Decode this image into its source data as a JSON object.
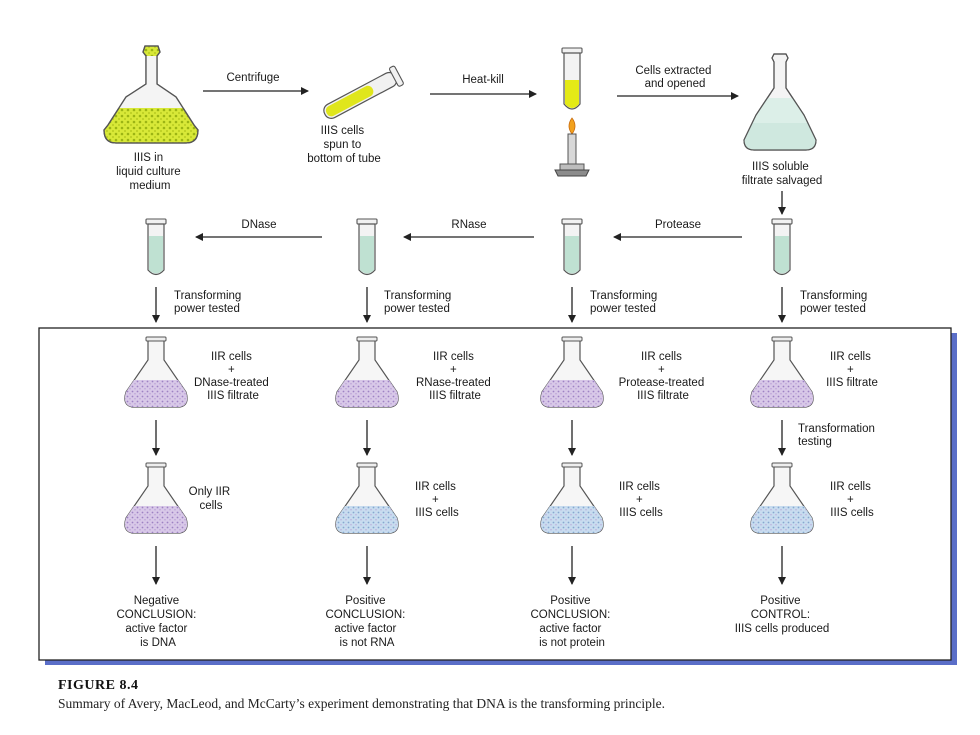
{
  "top": {
    "culture_label": [
      "IIIS in",
      "liquid culture",
      "medium"
    ],
    "step_centrifuge": "Centrifuge",
    "spun_label": [
      "IIIS cells",
      "spun to",
      "bottom of tube"
    ],
    "step_heat_kill": "Heat-kill",
    "step_extract": [
      "Cells extracted",
      "and opened"
    ],
    "filtrate_label": [
      "IIIS soluble",
      "filtrate salvaged"
    ]
  },
  "enzymes": {
    "protease": "Protease",
    "rnase": "RNase",
    "dnase": "DNase"
  },
  "tested_label": [
    "Transforming",
    "power tested"
  ],
  "columns": [
    {
      "mix": [
        "IIR cells",
        "+",
        "DNase-treated",
        "IIIS filtrate"
      ],
      "result": [
        "Only IIR",
        "cells"
      ],
      "outcome": "Negative",
      "conclusion": [
        "CONCLUSION:",
        "active factor",
        "is DNA"
      ]
    },
    {
      "mix": [
        "IIR cells",
        "+",
        "RNase-treated",
        "IIIS filtrate"
      ],
      "result": [
        "IIR cells",
        "+",
        "IIIS cells"
      ],
      "outcome": "Positive",
      "conclusion": [
        "CONCLUSION:",
        "active factor",
        "is not RNA"
      ]
    },
    {
      "mix": [
        "IIR cells",
        "+",
        "Protease-treated",
        "IIIS filtrate"
      ],
      "result": [
        "IIR cells",
        "+",
        "IIIS cells"
      ],
      "outcome": "Positive",
      "conclusion": [
        "CONCLUSION:",
        "active factor",
        "is not protein"
      ]
    },
    {
      "mix": [
        "IIR cells",
        "+",
        "IIIS filtrate"
      ],
      "testing": [
        "Transformation",
        "testing"
      ],
      "result": [
        "IIR cells",
        "+",
        "IIIS cells"
      ],
      "outcome": "Positive",
      "conclusion": [
        "CONTROL:",
        "IIIS cells produced"
      ]
    }
  ],
  "caption": {
    "title": "FIGURE 8.4",
    "text": "Summary of Avery, MacLeod, and McCarty’s experiment demonstrating that DNA is the transforming principle."
  },
  "colors": {
    "culture_green": "#c8dc28",
    "filtrate_teal": "#cfe8df",
    "purple_culture": "#c8b4dc",
    "blue_culture": "#b4cce4",
    "panel_shadow": "#5a6ec8"
  }
}
